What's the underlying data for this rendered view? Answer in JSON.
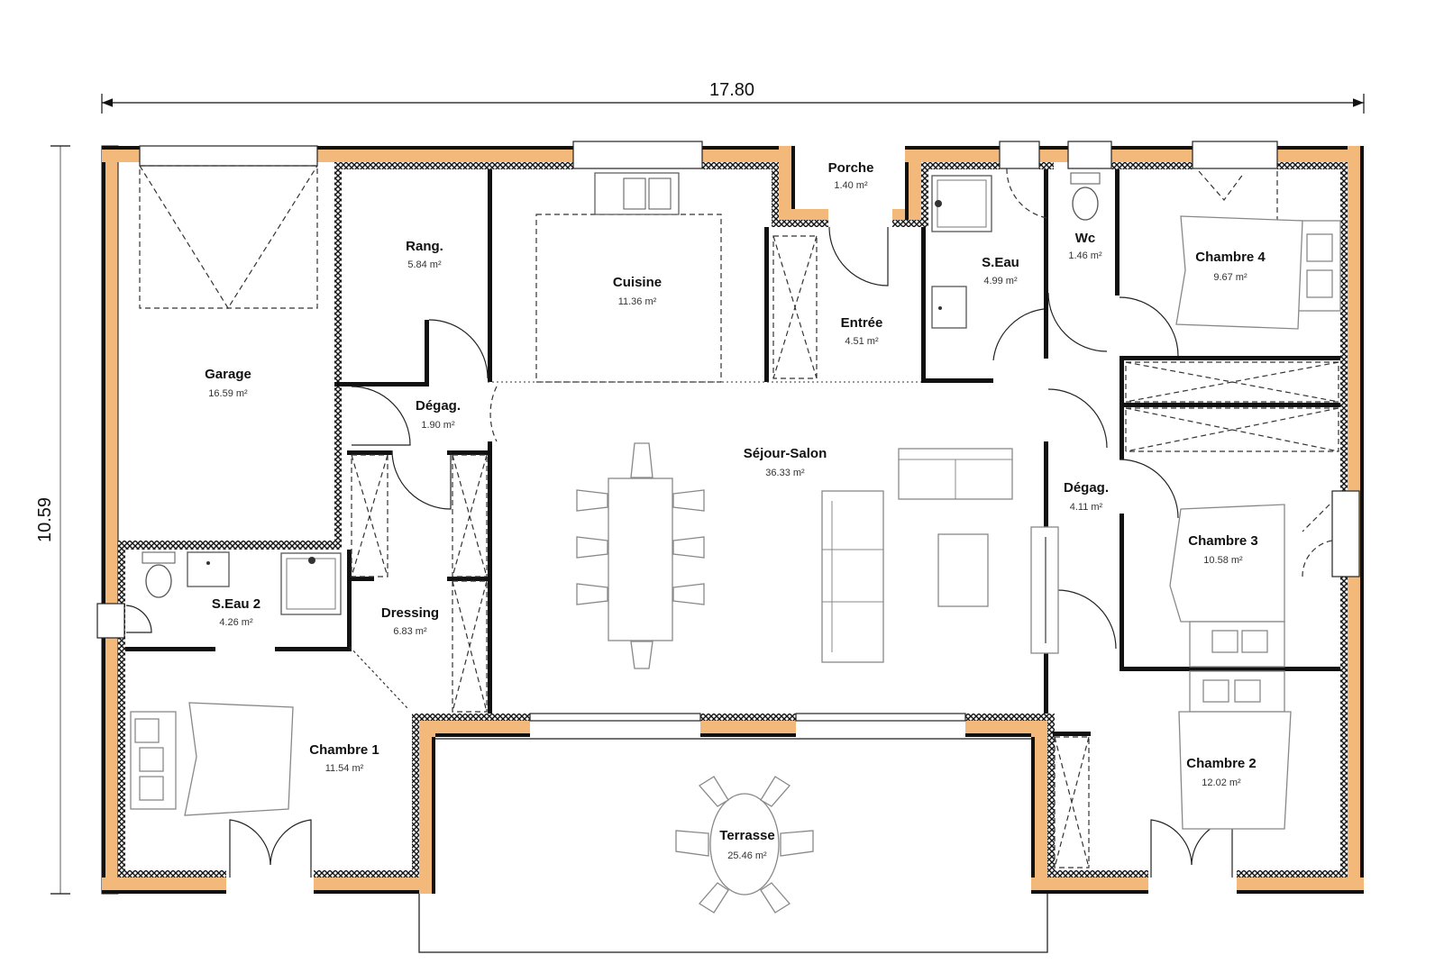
{
  "plan": {
    "dimensions": {
      "width_label": "17.80",
      "height_label": "10.59"
    },
    "colors": {
      "exterior_wall": "#F2B97A",
      "wall_outline": "#111111",
      "insulation": "#222222",
      "background": "#FFFFFF"
    },
    "rooms": [
      {
        "id": "garage",
        "name": "Garage",
        "area": "16.59 m²"
      },
      {
        "id": "rangement",
        "name": "Rang.",
        "area": "5.84 m²"
      },
      {
        "id": "cuisine",
        "name": "Cuisine",
        "area": "11.36 m²"
      },
      {
        "id": "porche",
        "name": "Porche",
        "area": "1.40 m²"
      },
      {
        "id": "entree",
        "name": "Entrée",
        "area": "4.51 m²"
      },
      {
        "id": "seau",
        "name": "S.Eau",
        "area": "4.99 m²"
      },
      {
        "id": "wc",
        "name": "Wc",
        "area": "1.46 m²"
      },
      {
        "id": "chambre4",
        "name": "Chambre 4",
        "area": "9.67 m²"
      },
      {
        "id": "degag1",
        "name": "Dégag.",
        "area": "1.90 m²"
      },
      {
        "id": "sejour",
        "name": "Séjour-Salon",
        "area": "36.33 m²"
      },
      {
        "id": "degag2",
        "name": "Dégag.",
        "area": "4.11 m²"
      },
      {
        "id": "chambre3",
        "name": "Chambre 3",
        "area": "10.58 m²"
      },
      {
        "id": "seau2",
        "name": "S.Eau 2",
        "area": "4.26 m²"
      },
      {
        "id": "dressing",
        "name": "Dressing",
        "area": "6.83 m²"
      },
      {
        "id": "chambre1",
        "name": "Chambre 1",
        "area": "11.54 m²"
      },
      {
        "id": "terrasse",
        "name": "Terrasse",
        "area": "25.46 m²"
      },
      {
        "id": "chambre2",
        "name": "Chambre 2",
        "area": "12.02 m²"
      }
    ]
  }
}
